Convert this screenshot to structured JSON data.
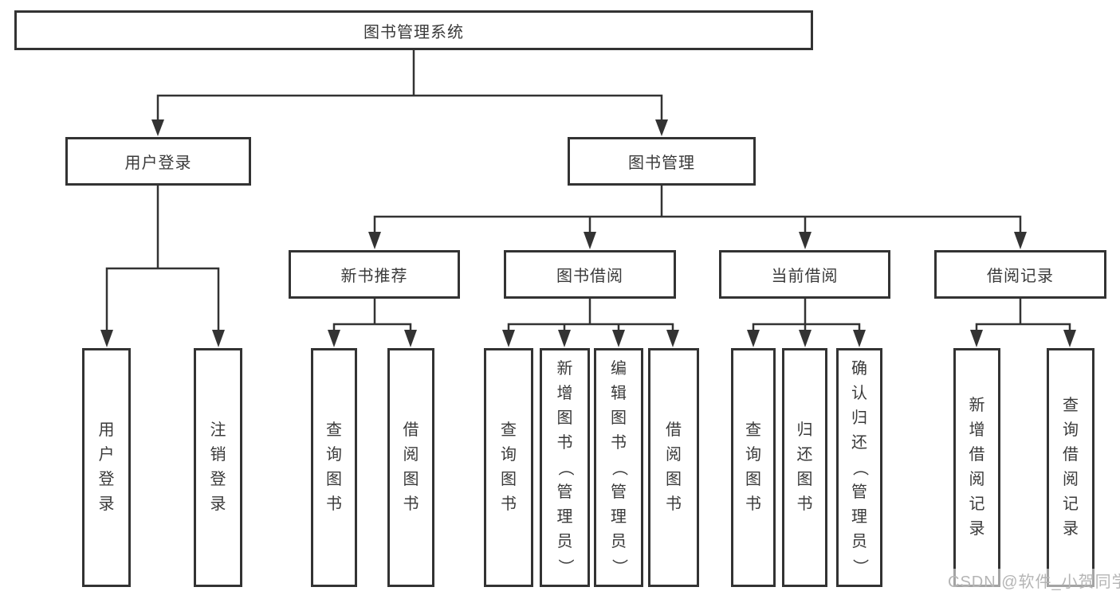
{
  "diagram": {
    "root": {
      "label": "图书管理系统"
    },
    "level2": {
      "user_login_group": {
        "label": "用户登录"
      },
      "book_management": {
        "label": "图书管理"
      }
    },
    "level3": {
      "new_book_recommend": {
        "label": "新书推荐"
      },
      "book_borrowing": {
        "label": "图书借阅"
      },
      "current_borrowing": {
        "label": "当前借阅"
      },
      "borrowing_records": {
        "label": "借阅记录"
      }
    },
    "leaves": {
      "user_login": {
        "label": "用户登录"
      },
      "logout": {
        "label": "注销登录"
      },
      "rec_query_book": {
        "label": "查询图书"
      },
      "rec_borrow_book": {
        "label": "借阅图书"
      },
      "bb_query_book": {
        "label": "查询图书"
      },
      "bb_add_book": {
        "label": "新增图书（管理员）"
      },
      "bb_edit_book": {
        "label": "编辑图书（管理员）"
      },
      "bb_borrow_book": {
        "label": "借阅图书"
      },
      "cb_query_book": {
        "label": "查询图书"
      },
      "cb_return_book": {
        "label": "归还图书"
      },
      "cb_confirm_return": {
        "label": "确认归还（管理员）"
      },
      "br_add_record": {
        "label": "新增借阅记录"
      },
      "br_query_record": {
        "label": "查询借阅记录"
      }
    }
  },
  "watermark": {
    "text": "CSDN @软件_小贺同学"
  },
  "colors": {
    "line": "#333333",
    "text": "#3a3a3a",
    "background": "#ffffff",
    "watermark": "#b5b5b5"
  }
}
